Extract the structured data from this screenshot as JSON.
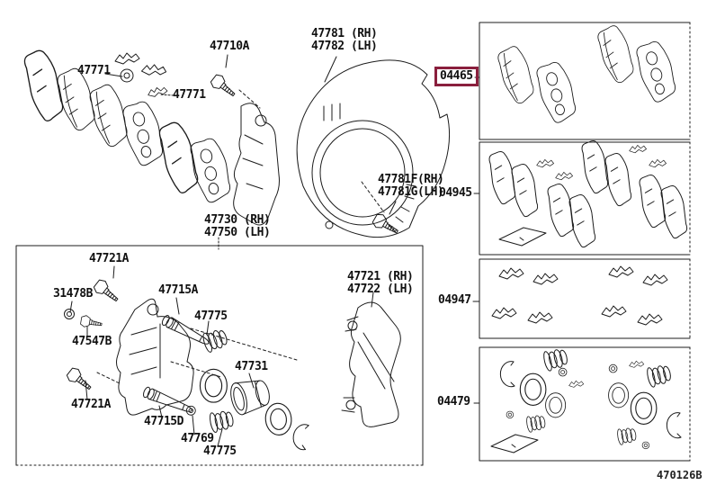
{
  "doc": {
    "code": "470126B",
    "background": "#ffffff",
    "line_color": "#1c1c1c",
    "highlight_color": "#8a1f3d"
  },
  "callouts": {
    "clip_left": "47771",
    "clip_right": "47771",
    "bolt_top": "47710A",
    "dust_shield_line1": "47781 (RH)",
    "dust_shield_line2": "47782 (LH)",
    "shield_bolt_line1": "47781F(RH)",
    "shield_bolt_line2": "47781G(LH)",
    "cylinder_line1": "47730 (RH)",
    "cylinder_line2": "47750 (LH)",
    "bleeder_top": "47721A",
    "bleeder_cap": "31478B",
    "slide_bush_top": "47715A",
    "boot_upper": "47775",
    "union_fitting": "47547B",
    "bleeder_bottom": "47721A",
    "slide_pin_bottom": "47715D",
    "pin_bush": "47769",
    "boot_lower": "47775",
    "piston": "47731",
    "mounting_line1": "47721 (RH)",
    "mounting_line2": "47722 (LH)"
  },
  "kits": {
    "pad_kit": {
      "code": "04465",
      "highlighted": true
    },
    "shim_kit": {
      "code": "04945",
      "highlighted": false
    },
    "fitting_kit": {
      "code": "04947",
      "highlighted": false
    },
    "cylinder_kit": {
      "code": "04479",
      "highlighted": false
    }
  }
}
